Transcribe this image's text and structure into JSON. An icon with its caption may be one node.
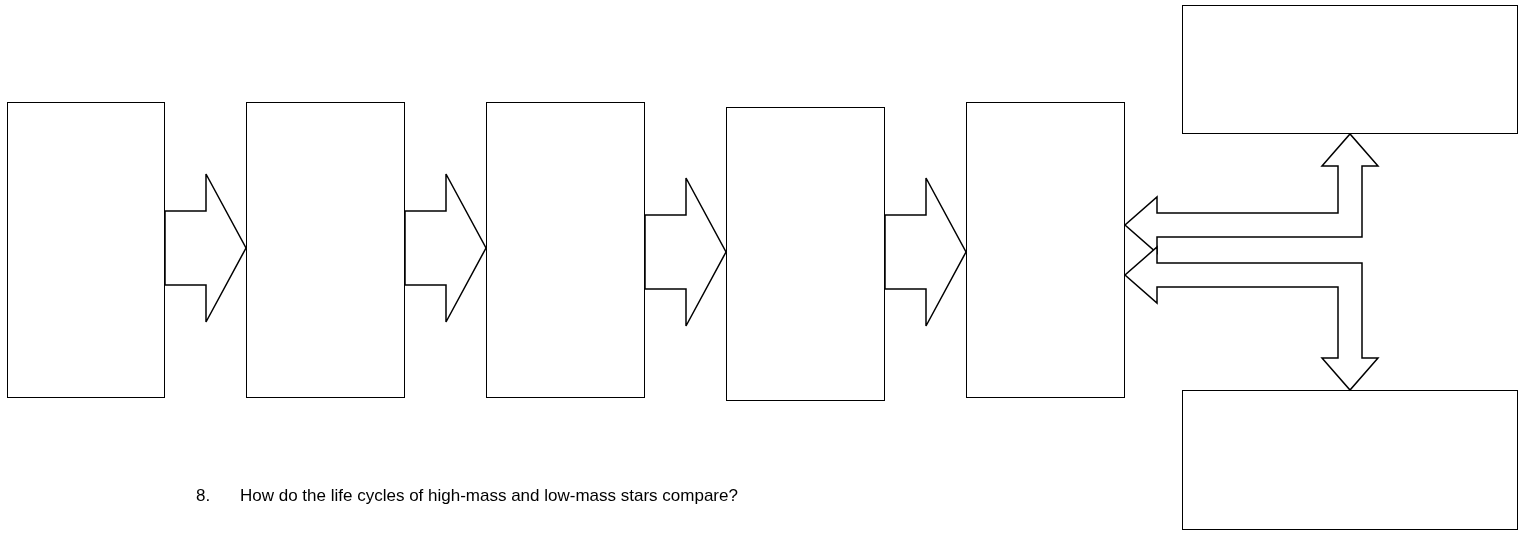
{
  "diagram": {
    "nodes": [
      {
        "text": [],
        "shape": "box"
      },
      {
        "text": [],
        "shape": "box"
      },
      {
        "text": [],
        "shape": "box"
      },
      {
        "text": [],
        "shape": "box"
      },
      {
        "text": [],
        "shape": "box"
      },
      {
        "text": [],
        "shape": "box"
      },
      {
        "text": [],
        "shape": "box"
      }
    ],
    "edges": [
      {
        "from": 0,
        "to": 1,
        "arrow": "to"
      },
      {
        "from": 1,
        "to": 2,
        "arrow": "to"
      },
      {
        "from": 2,
        "to": 3,
        "arrow": "to"
      },
      {
        "from": 3,
        "to": 4,
        "arrow": "to"
      },
      {
        "from": 5,
        "to": 4,
        "arrow": "both"
      },
      {
        "from": 6,
        "to": 4,
        "arrow": "both"
      }
    ],
    "labels": [
      "8.",
      "How do the life cycles of high-mass and low-mass stars compare?"
    ]
  }
}
